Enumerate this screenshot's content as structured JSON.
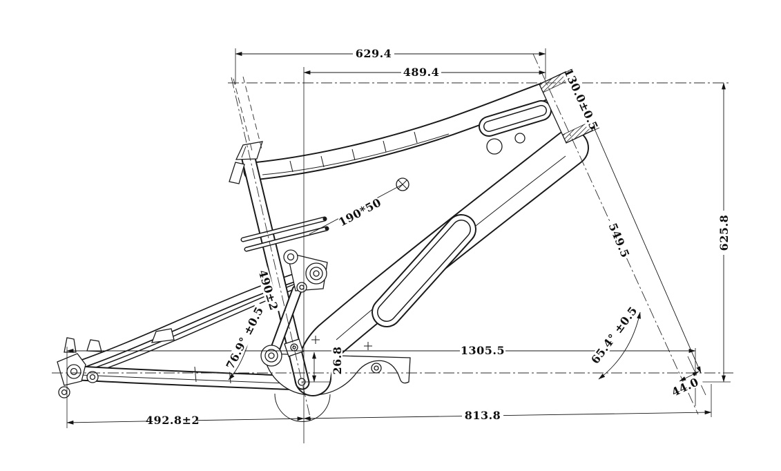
{
  "drawing": {
    "title": "full-suspension-ebike-frame-side-view",
    "dims": {
      "top_width": "629.4",
      "reach": "489.4",
      "head_tube_length": "130.0±0.5",
      "stack_height": "625.8",
      "fork_axle_to_crown": "549.5",
      "head_tube_angle": "65.4° ±0.5",
      "wheelbase": "1305.5",
      "fork_offset": "44.0",
      "front_center": "813.8",
      "bb_drop": "26.8",
      "seat_tube_angle": "76.9° ±0.5",
      "seat_tube_length": "490±2",
      "chainstay_length": "492.8±2",
      "shock_size": "190*50"
    }
  }
}
